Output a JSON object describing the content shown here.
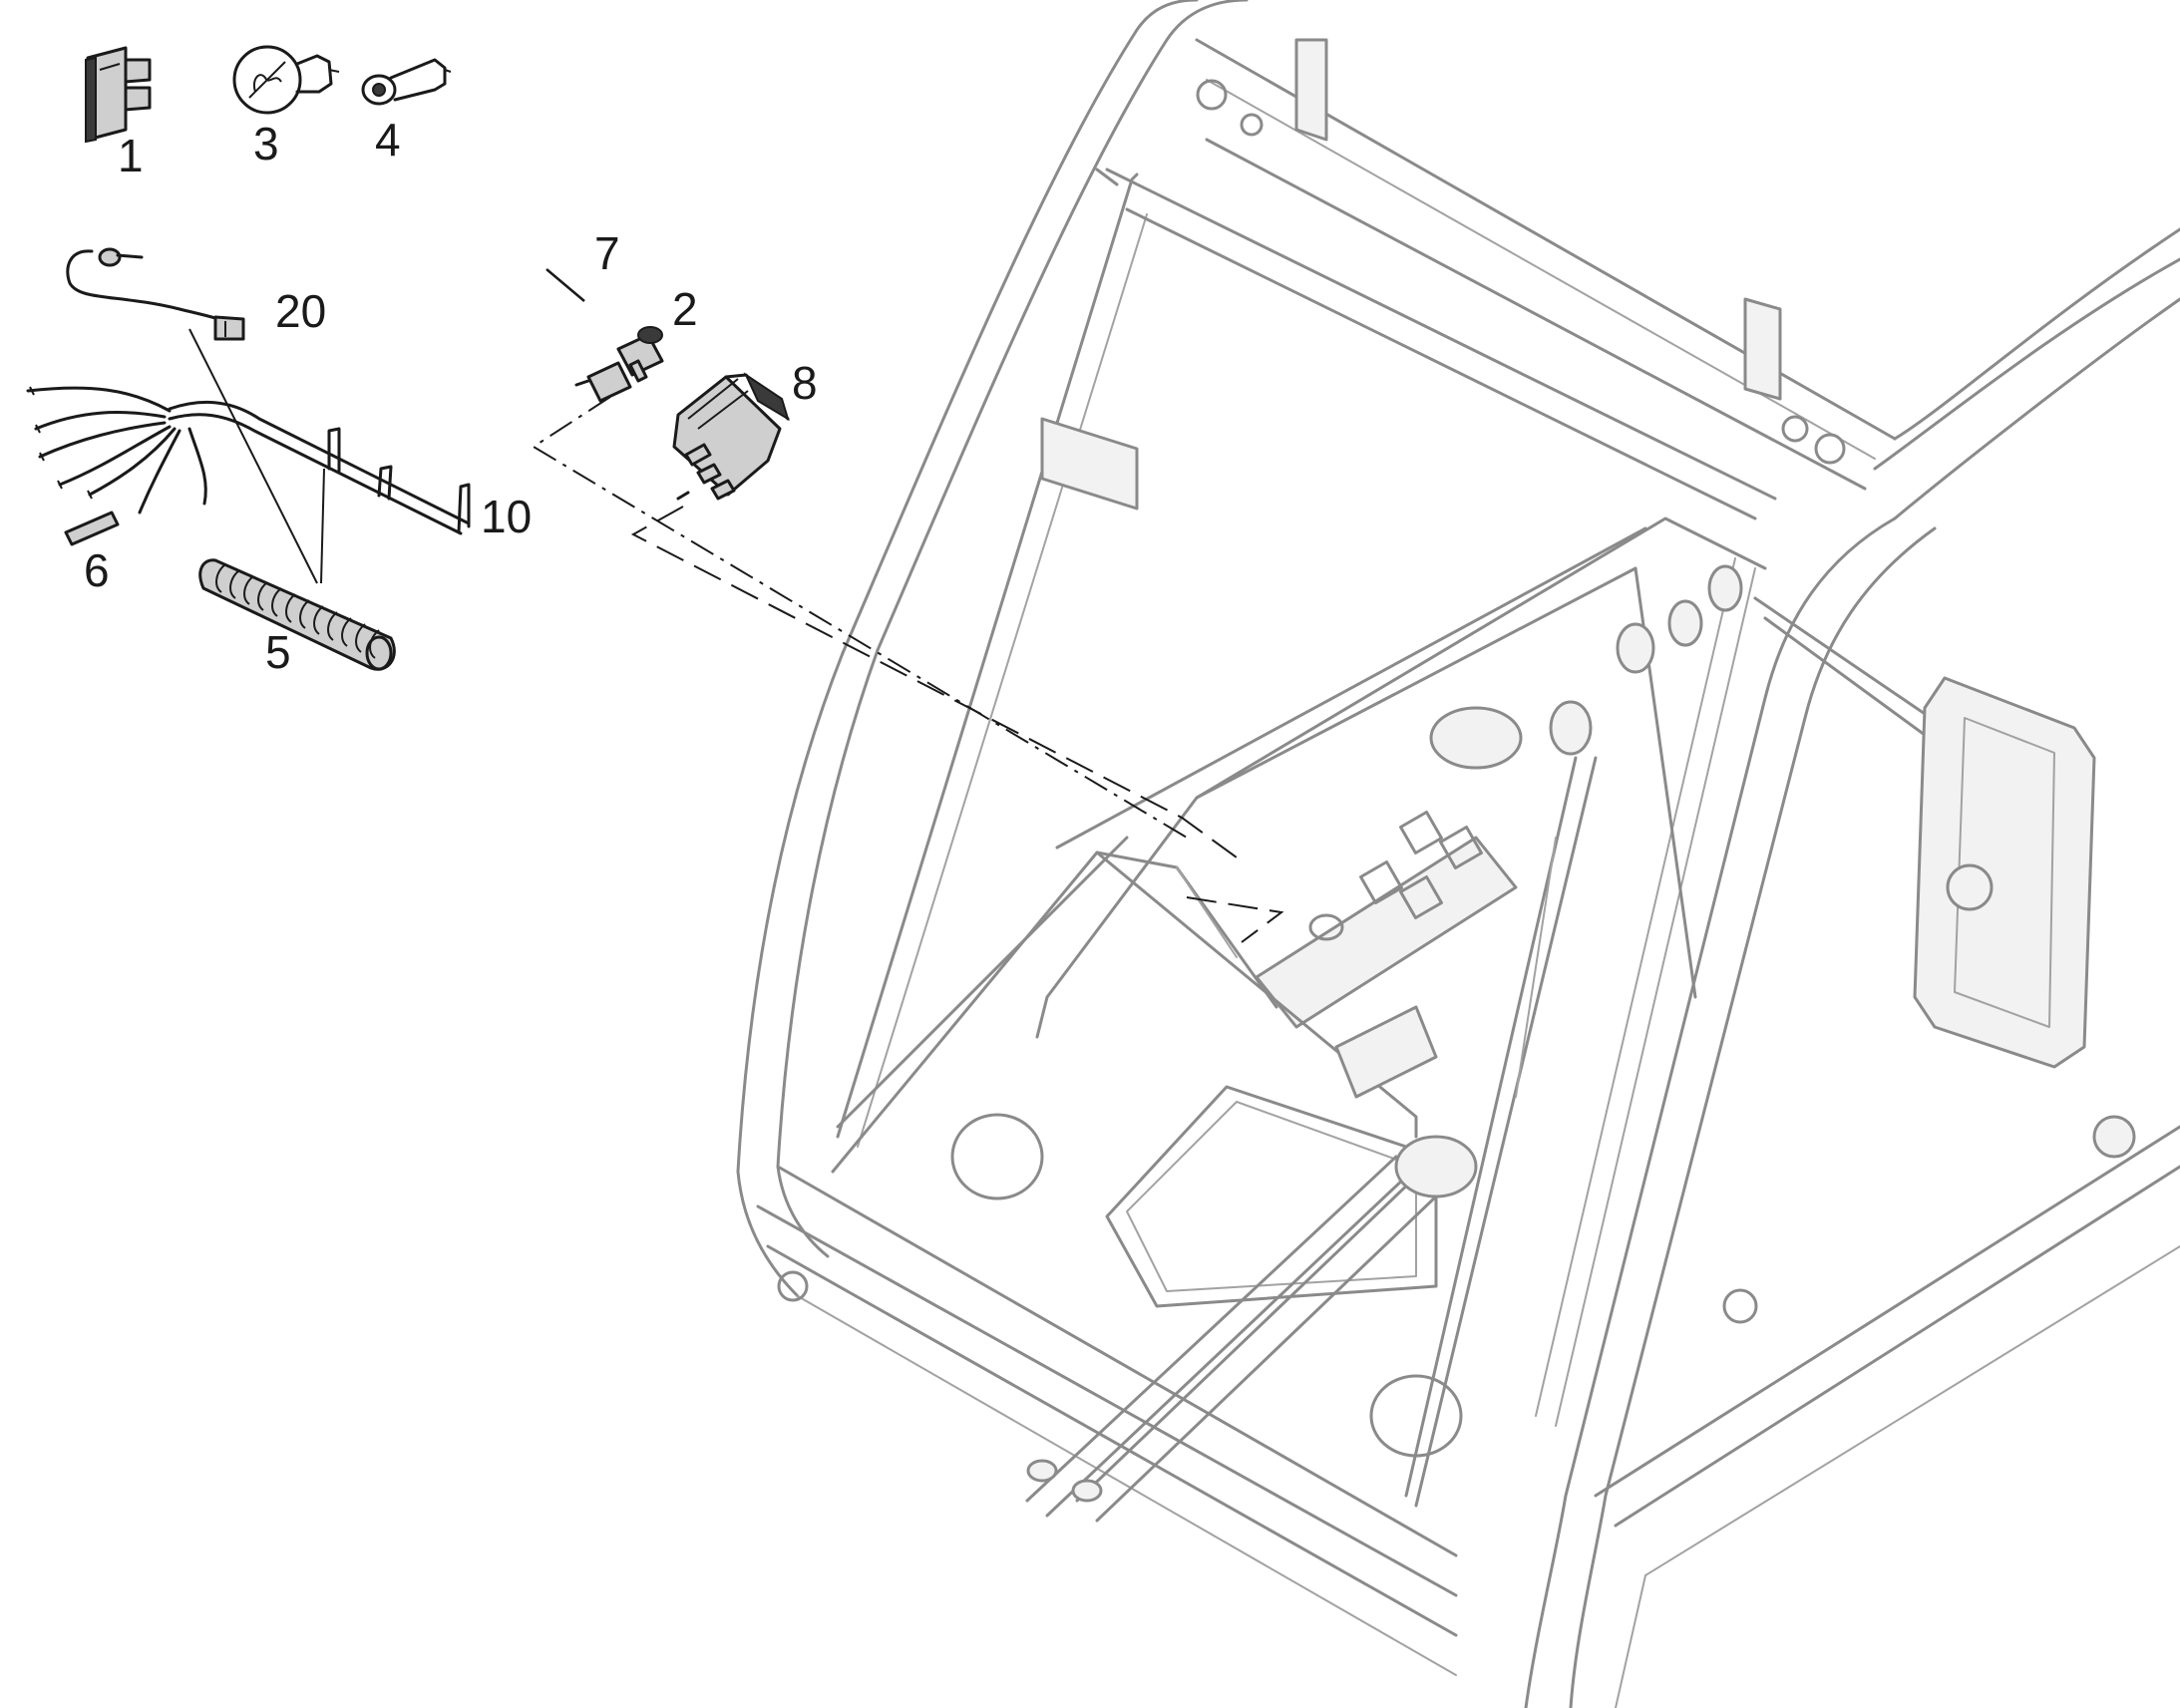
{
  "callouts": {
    "c1": "1",
    "c3": "3",
    "c4": "4",
    "c7": "7",
    "c2": "2",
    "c20": "20",
    "c8": "8",
    "c10": "10",
    "c6": "6",
    "c5": "5"
  },
  "colors": {
    "ink": "#1a1a1a",
    "cab_line": "#8a8a8a",
    "cab_line_light": "#a2a2a2",
    "background": "#ffffff"
  }
}
